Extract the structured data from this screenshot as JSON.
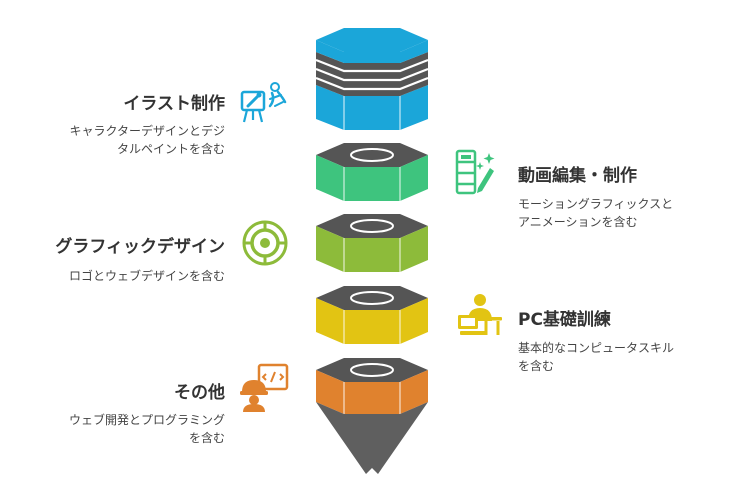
{
  "items": [
    {
      "title": "イラスト制作",
      "desc": "キャラクターデザインとデジ\nタルペイントを含む",
      "icon": "easel-paint-icon",
      "color": "#1ba6d9"
    },
    {
      "title": "動画編集・制作",
      "desc": "モーショングラフィックスと\nアニメーションを含む",
      "icon": "film-edit-icon",
      "color": "#3ec47e"
    },
    {
      "title": "グラフィックデザイン",
      "desc": "ロゴとウェブデザインを含む",
      "icon": "target-design-icon",
      "color": "#8dbb3a"
    },
    {
      "title": "PC基礎訓練",
      "desc": "基本的なコンピュータスキル\nを含む",
      "icon": "computer-training-icon",
      "color": "#e2c413"
    },
    {
      "title": "その他",
      "desc": "ウェブ開発とプログラミング\nを含む",
      "icon": "web-developer-icon",
      "color": "#e0822e"
    }
  ],
  "colors": {
    "cap": "#555555",
    "ring": "#ffffff",
    "tip": "#5f5f5f"
  }
}
